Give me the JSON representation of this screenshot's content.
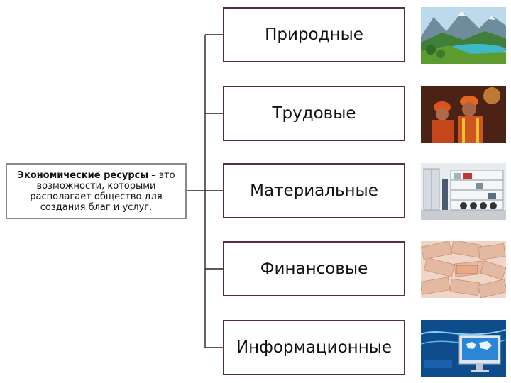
{
  "definition": {
    "term": "Экономические ресурсы",
    "rest": " – это возможности, которыми располагает общество для создания благ и услуг."
  },
  "categories": [
    {
      "label": "Природные",
      "image": "mountain-lake-photo"
    },
    {
      "label": "Трудовые",
      "image": "workers-photo"
    },
    {
      "label": "Материальные",
      "image": "warehouse-shelves-photo"
    },
    {
      "label": "Финансовые",
      "image": "banknotes-photo"
    },
    {
      "label": "Информационные",
      "image": "computer-world-map-photo"
    }
  ],
  "colors": {
    "box_border": "#5a2d38",
    "definition_border": "#8a8a8a",
    "connector": "#222222"
  }
}
